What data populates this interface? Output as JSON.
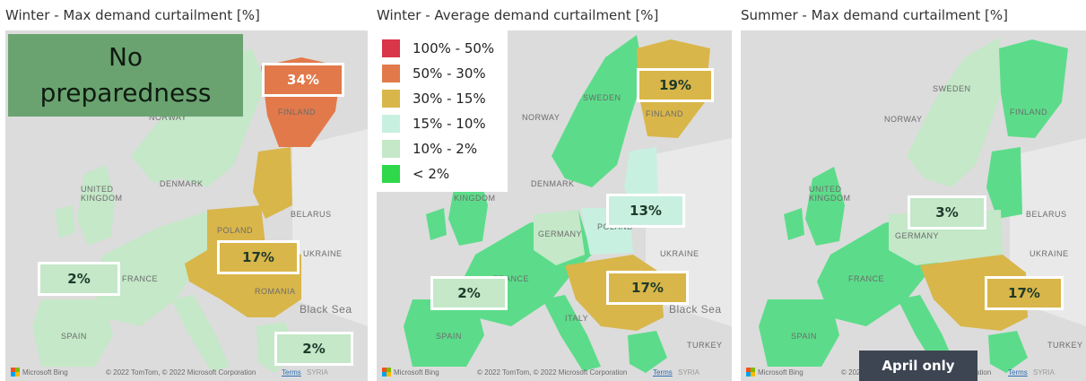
{
  "colors": {
    "band_100_50": "#d9364a",
    "band_50_30": "#e2794a",
    "band_30_15": "#d9b64a",
    "band_15_10": "#c8f0e0",
    "band_10_2": "#c4e8c8",
    "band_lt_2": "#5cdc8a",
    "sea": "#dcdcdc",
    "non_eu_land": "#e9e9e9",
    "callout_bg": "#6aa370",
    "badge_bg": "#3d4552"
  },
  "legend": {
    "items": [
      {
        "label": "100% - 50%",
        "color": "#d9364a"
      },
      {
        "label": "50% - 30%",
        "color": "#e2794a"
      },
      {
        "label": "30% - 15%",
        "color": "#d9b64a"
      },
      {
        "label": "15% - 10%",
        "color": "#c8f0e0"
      },
      {
        "label": "10% - 2%",
        "color": "#c4e8c8"
      },
      {
        "label": "< 2%",
        "color": "#5cdc8a"
      }
    ]
  },
  "callout": {
    "line1": "No",
    "line2": "preparedness"
  },
  "badge": {
    "label": "April only"
  },
  "attribution": {
    "bing": "Microsoft Bing",
    "copyright": "© 2022 TomTom, © 2022 Microsoft Corporation",
    "terms": "Terms",
    "syria": "SYRIA"
  },
  "panels": [
    {
      "title": "Winter - Max demand curtailment [%]",
      "labels": {
        "nordic": "34%",
        "east": "17%",
        "west": "2%",
        "south": "2%"
      },
      "geo": {
        "norway": "NORWAY",
        "finland": "FINLAND",
        "denmark": "DENMARK",
        "uk": "UNITED KINGDOM",
        "belarus": "BELARUS",
        "poland": "POLAND",
        "ukraine": "UKRAINE",
        "france": "FRANCE",
        "romania": "ROMANIA",
        "spain": "SPAIN",
        "black_sea": "Black Sea"
      }
    },
    {
      "title": "Winter - Average demand curtailment [%]",
      "labels": {
        "nordic": "19%",
        "central": "13%",
        "east": "17%",
        "west": "2%"
      },
      "geo": {
        "sweden": "SWEDEN",
        "norway": "NORWAY",
        "finland": "FINLAND",
        "denmark": "DENMARK",
        "uk": "UNITED KINGDOM",
        "germany": "GERMANY",
        "poland": "POLAND",
        "ukraine": "UKRAINE",
        "france": "FRANCE",
        "italy": "ITALY",
        "spain": "SPAIN",
        "turkey": "TURKEY",
        "black_sea": "Black Sea"
      }
    },
    {
      "title": "Summer - Max demand curtailment [%]",
      "labels": {
        "central": "3%",
        "east": "17%"
      },
      "geo": {
        "sweden": "SWEDEN",
        "norway": "NORWAY",
        "finland": "FINLAND",
        "uk": "UNITED KINGDOM",
        "germany": "GERMANY",
        "belarus": "BELARUS",
        "ukraine": "UKRAINE",
        "france": "FRANCE",
        "spain": "SPAIN",
        "turkey": "TURKEY"
      }
    }
  ]
}
